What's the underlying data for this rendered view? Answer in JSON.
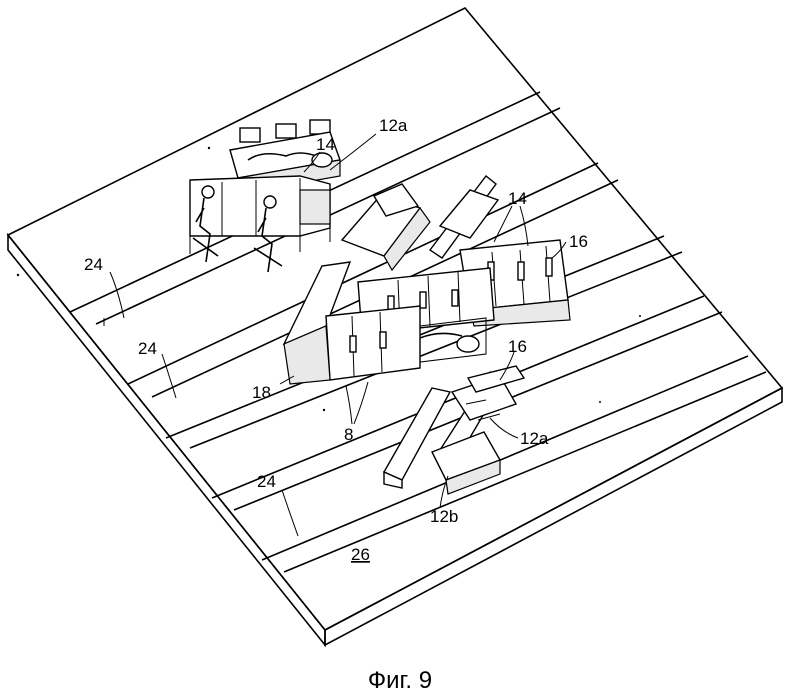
{
  "figure": {
    "caption": "Фиг. 9",
    "labels": {
      "l24_top": "24",
      "l24_mid": "24",
      "l24_bot": "24",
      "l26": "26",
      "l18": "18",
      "l8": "8",
      "l14_top": "14",
      "l12a_top": "12a",
      "l14_right": "14",
      "l16_right": "16",
      "l16_low": "16",
      "l12a_low": "12a",
      "l12b": "12b"
    }
  }
}
